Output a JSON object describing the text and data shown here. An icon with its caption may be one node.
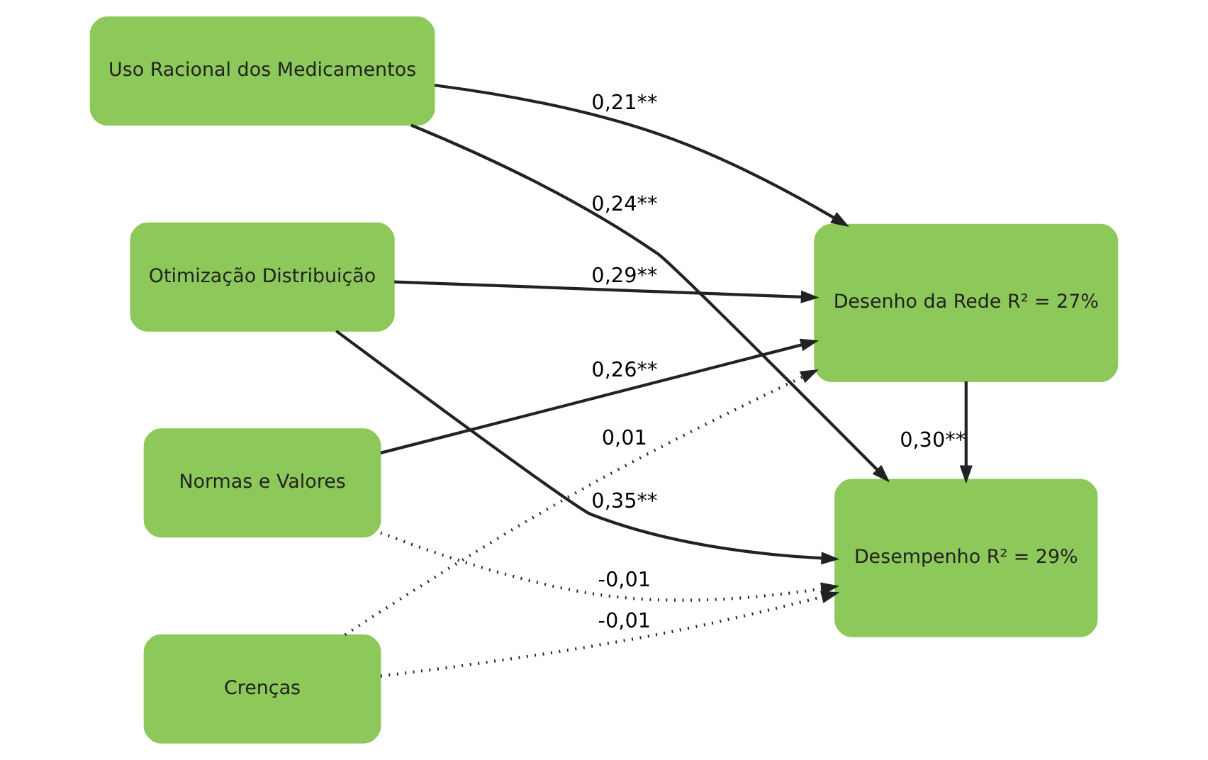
{
  "diagram": {
    "nodes": [
      {
        "text": [
          "Uso Racional dos Medicamentos"
        ]
      },
      {
        "text": [
          "Otimização Distribuição"
        ]
      },
      {
        "text": [
          "Normas e Valores"
        ]
      },
      {
        "text": [
          "Crenças"
        ]
      },
      {
        "text": [
          "Desenho da Rede R² = 27%"
        ]
      },
      {
        "text": [
          "Desempenho R² = 29%"
        ]
      }
    ],
    "edges": [
      {
        "from": 0,
        "to": 4,
        "arrow": "to",
        "label": "0,21**"
      },
      {
        "from": 0,
        "to": 5,
        "arrow": "to",
        "label": "0,24**"
      },
      {
        "from": 1,
        "to": 4,
        "arrow": "to",
        "label": "0,29**"
      },
      {
        "from": 1,
        "to": 5,
        "arrow": "to",
        "label": "0,35**"
      },
      {
        "from": 2,
        "to": 4,
        "arrow": "to",
        "label": "0,26**"
      },
      {
        "from": 2,
        "to": 5,
        "arrow": "to",
        "label": "-0,01",
        "style": "dashed"
      },
      {
        "from": 3,
        "to": 4,
        "arrow": "to",
        "label": "0,01",
        "style": "dashed"
      },
      {
        "from": 3,
        "to": 5,
        "arrow": "to",
        "label": "-0,01",
        "style": "dashed"
      },
      {
        "from": 4,
        "to": 5,
        "arrow": "to",
        "label": "0,30**"
      }
    ]
  }
}
